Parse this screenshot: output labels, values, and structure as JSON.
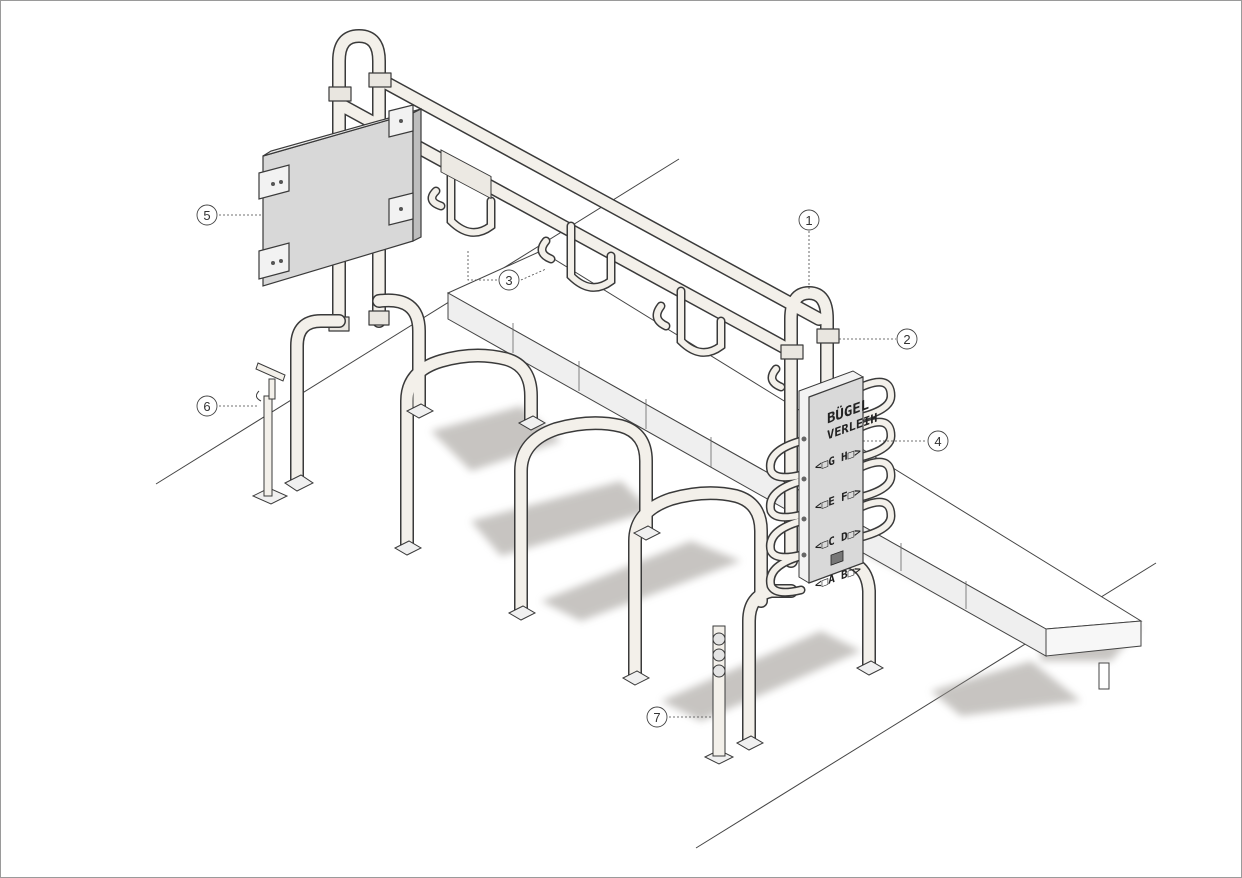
{
  "figure": {
    "description_free": true,
    "colors": {
      "tube_fill": "#f3f0ea",
      "tube_edge": "#3a3a3a",
      "shadow": "#9a9590",
      "panel_fill": "#dcdcdc",
      "line": "#444444"
    }
  },
  "callouts": [
    {
      "id": "callout-1",
      "label": "1"
    },
    {
      "id": "callout-2",
      "label": "2"
    },
    {
      "id": "callout-3",
      "label": "3"
    },
    {
      "id": "callout-4",
      "label": "4"
    },
    {
      "id": "callout-5",
      "label": "5"
    },
    {
      "id": "callout-6",
      "label": "6"
    },
    {
      "id": "callout-7",
      "label": "7"
    }
  ],
  "rental_panel": {
    "title_line1": "BÜGEL",
    "title_line2": "VERLEIH",
    "rows": [
      {
        "left": "<□G",
        "right": "H□>"
      },
      {
        "left": "<□E",
        "right": "F□>"
      },
      {
        "left": "<□C",
        "right": "D□>"
      },
      {
        "left": "<□A",
        "right": "B□>"
      }
    ]
  }
}
